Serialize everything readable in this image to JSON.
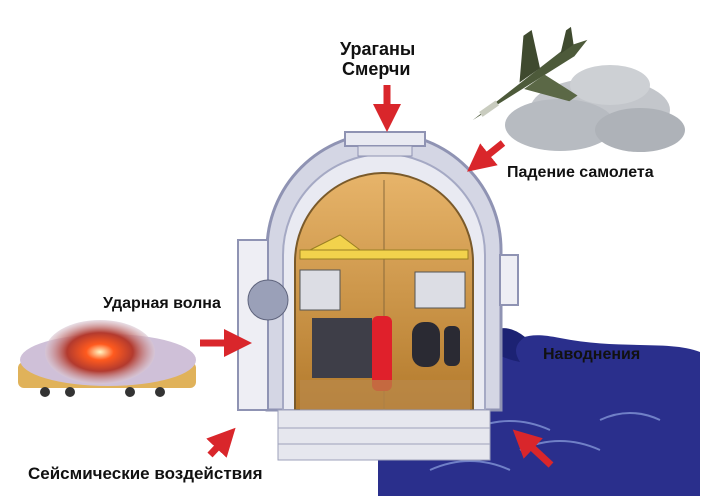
{
  "labels": {
    "hurricanes": "Ураганы",
    "tornadoes": "Смерчи",
    "plane_crash": "Падение самолета",
    "shock_wave": "Ударная волна",
    "floods": "Наводнения",
    "seismic": "Сейсмические воздействия"
  },
  "colors": {
    "arrow": "#d9262b",
    "dome": "#8f93b3",
    "interior": "#c98c35",
    "water": "#2a2f8c",
    "cloud": "#b8bcc2"
  },
  "icons": [
    "airplane-icon",
    "explosion-icon",
    "wave-icon",
    "reactor-building"
  ]
}
